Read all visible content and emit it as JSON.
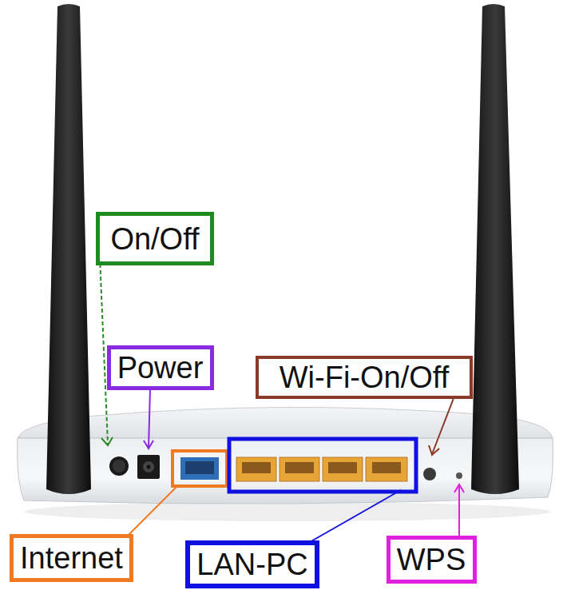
{
  "diagram": {
    "nodes": [
      {
        "text": [
          "On/Off"
        ]
      },
      {
        "text": [
          "Power"
        ]
      },
      {
        "text": [
          "Wi-Fi-On/Off"
        ]
      },
      {
        "text": [
          "Internet"
        ]
      },
      {
        "text": [
          "LAN-PC"
        ]
      },
      {
        "text": [
          "WPS"
        ]
      }
    ]
  }
}
